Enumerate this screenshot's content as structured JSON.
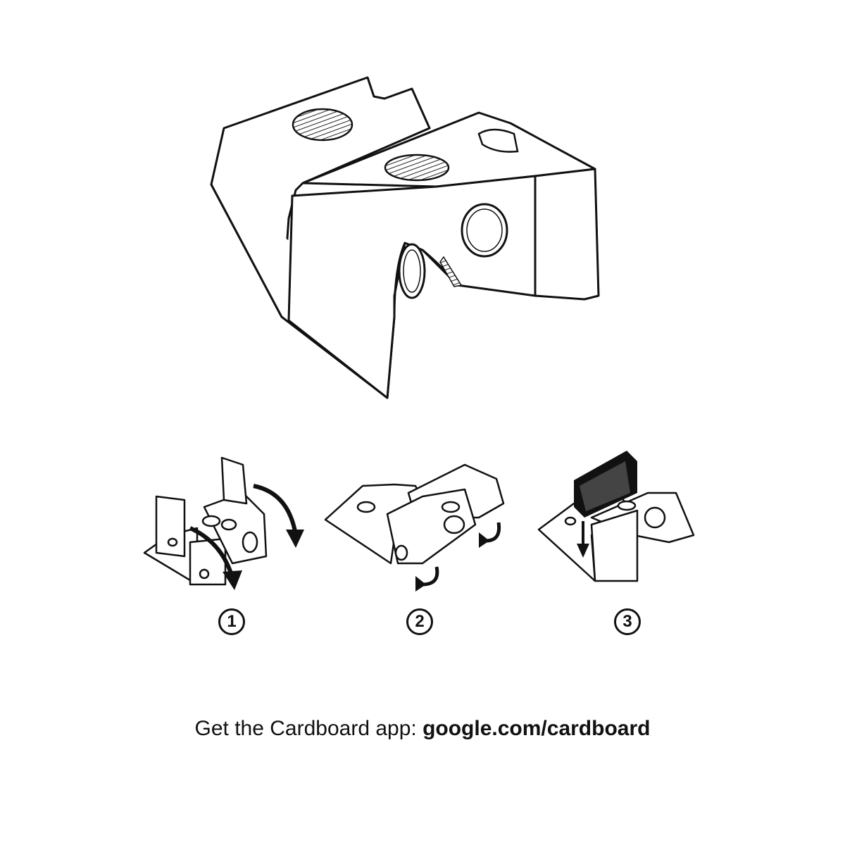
{
  "steps": [
    {
      "number": "1"
    },
    {
      "number": "2"
    },
    {
      "number": "3"
    }
  ],
  "footer": {
    "prefix": "Get the Cardboard app:",
    "link": "google.com/cardboard"
  },
  "colors": {
    "ink": "#111111",
    "background": "#ffffff"
  }
}
